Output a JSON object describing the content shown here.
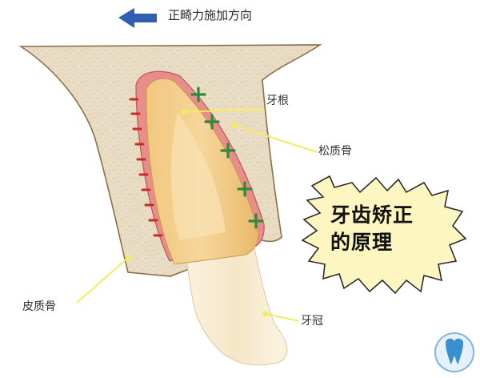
{
  "diagram": {
    "force_direction_label": "正畸力施加方向",
    "labels": {
      "tooth_root": "牙根",
      "spongy_bone": "松质骨",
      "cortical_bone": "皮质骨",
      "tooth_crown": "牙冠"
    },
    "callout": {
      "line1": "牙齿矫正",
      "line2": "的原理"
    }
  },
  "colors": {
    "arrow": "#2f5fb0",
    "bone_fill": "#e9dcc4",
    "tooth_root": "#edc07a",
    "ligament_pink": "#e98d8a",
    "plus_green": "#2c8a3a",
    "minus_red": "#c62b2b",
    "leader_line": "#f4ec5a",
    "callout_fill": "#fdf6c0"
  },
  "icons": {
    "force_arrow": "arrow-left-icon",
    "corner_logo": "tooth-logo-icon"
  }
}
